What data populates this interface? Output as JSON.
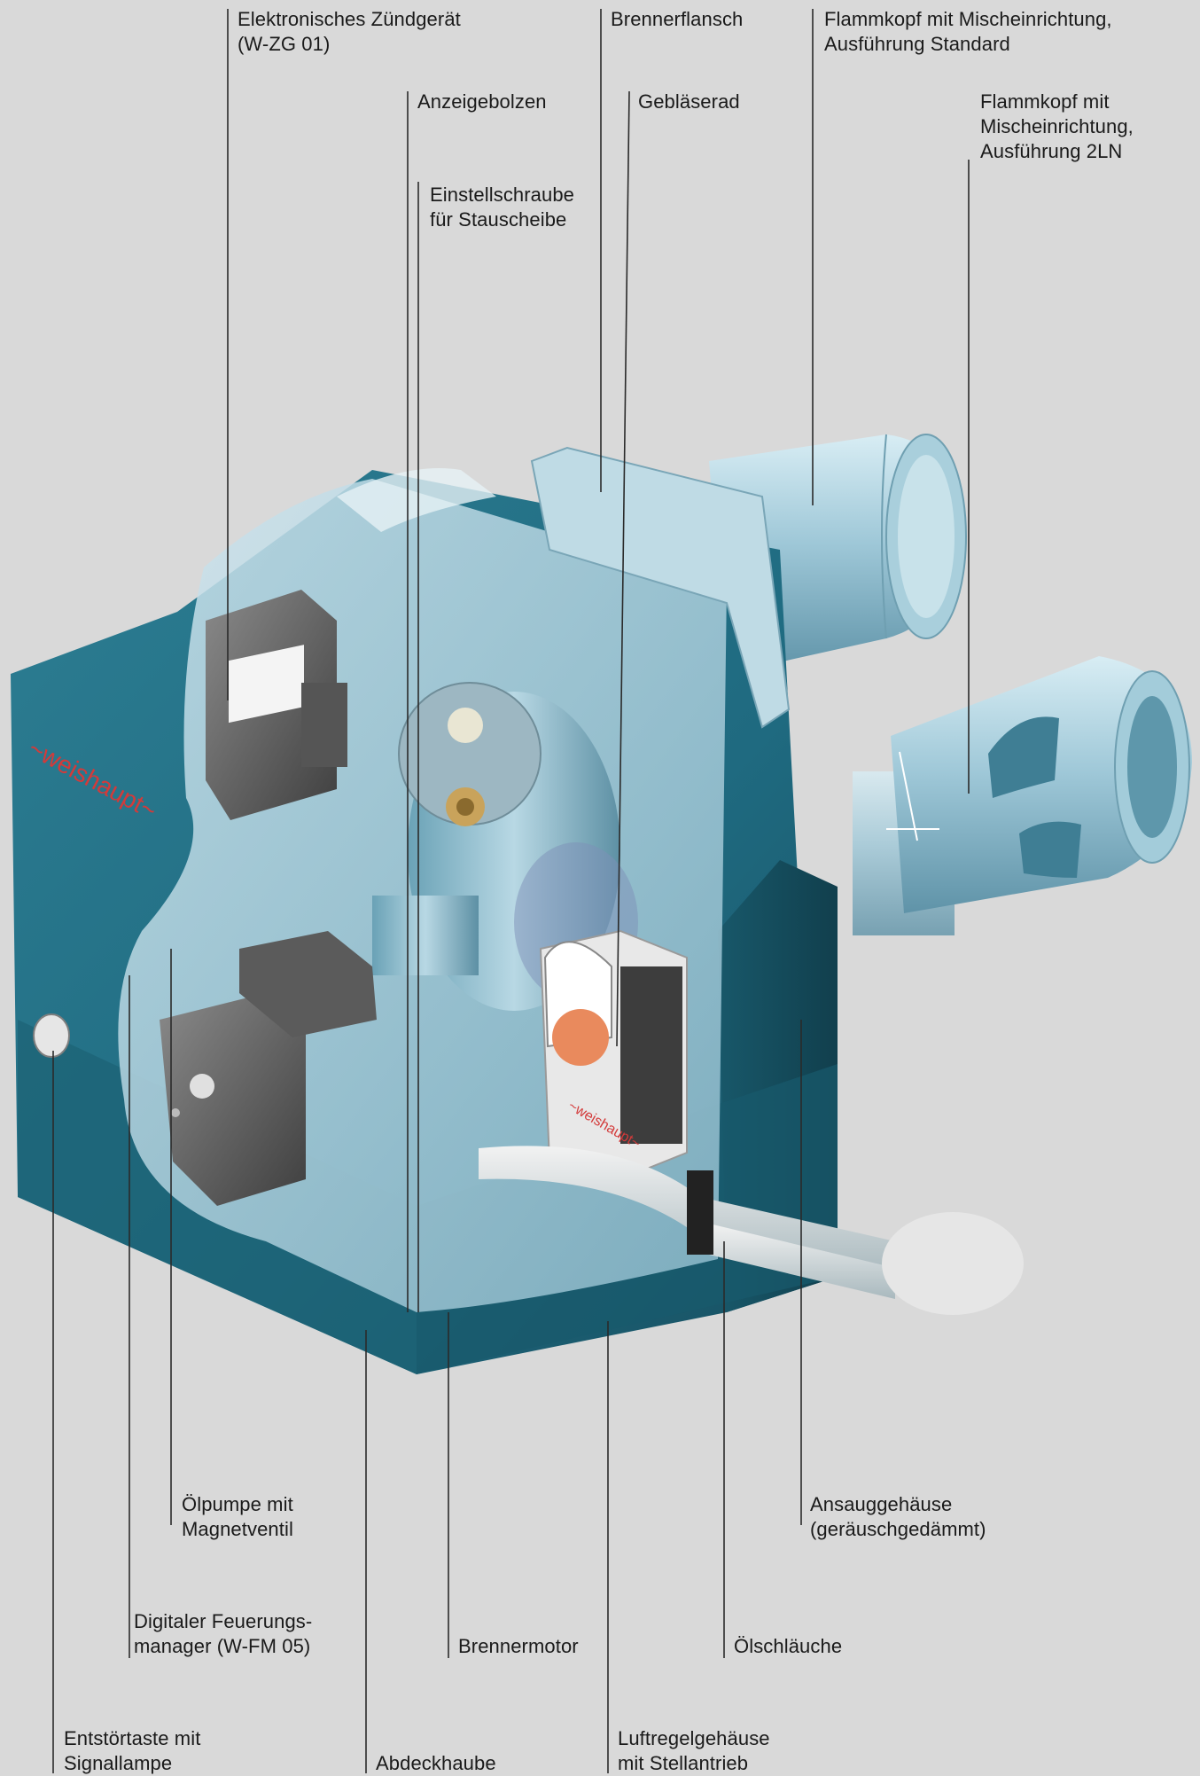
{
  "brand": {
    "logo_text": "~weishaupt~",
    "module_label": "~weishaupt~"
  },
  "labels": {
    "zuendgeraet": [
      "Elektronisches Zündgerät",
      "(W-ZG 01)"
    ],
    "brennerflansch": [
      "Brennerflansch"
    ],
    "flammkopf_standard": [
      "Flammkopf mit Mischeinrichtung,",
      "Ausführung Standard"
    ],
    "anzeigebolzen": [
      "Anzeigebolzen"
    ],
    "geblaeserad": [
      "Gebläserad"
    ],
    "flammkopf_2ln": [
      "Flammkopf mit",
      "Mischeinrichtung,",
      "Ausführung 2LN"
    ],
    "einstellschraube": [
      "Einstellschraube",
      "für Stauscheibe"
    ],
    "oelpumpe": [
      "Ölpumpe mit",
      "Magnetventil"
    ],
    "ansauggehaeuse": [
      "Ansauggehäuse",
      "(geräuschgedämmt)"
    ],
    "feuerungsmanager": [
      "Digitaler Feuerungs-",
      "manager (W-FM 05)"
    ],
    "brennermotor": [
      "Brennermotor"
    ],
    "oelschlaeuche": [
      "Ölschläuche"
    ],
    "entstoertaste": [
      "Entstörtaste mit",
      "Signallampe"
    ],
    "abdeckhaube": [
      "Abdeckhaube"
    ],
    "luftregelgehaeuse": [
      "Luftregelgehäuse",
      "mit Stellantrieb"
    ]
  },
  "colors": {
    "background": "#d9d9d9",
    "housing": "#1f6a80",
    "housing_dark": "#16505f",
    "metal": "#9ec6d6",
    "brand_red": "#d33a3a"
  }
}
